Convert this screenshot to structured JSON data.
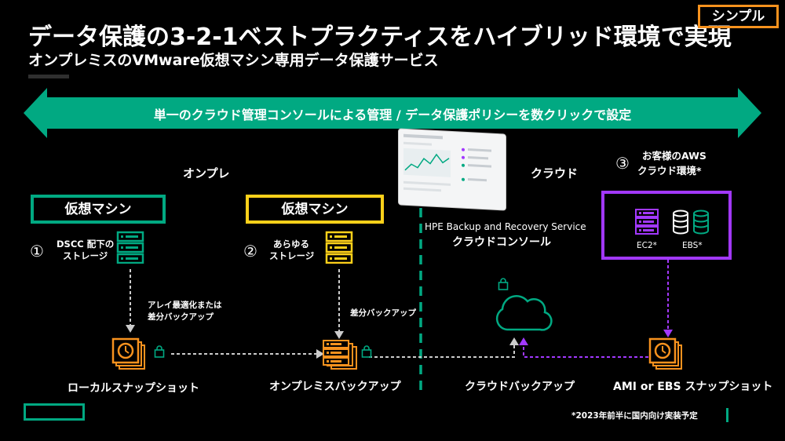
{
  "header": {
    "title": "データ保護の3-2-1ベストプラクティスをハイブリッド環境で実現",
    "subtitle": "オンプレミスのVMware仮想マシン専用データ保護サービス",
    "tag": "シンプル"
  },
  "banner": {
    "text": "単一のクラウド管理コンソールによる管理 / データ保護ポリシーを数クリックで設定"
  },
  "sections": {
    "onprem": "オンプレ",
    "cloud": "クラウド",
    "aws_num": "③",
    "aws_line1": "お客様のAWS",
    "aws_line2": "クラウド環境*"
  },
  "vm_boxes": {
    "green": "仮想マシン",
    "yellow": "仮想マシン"
  },
  "storage": {
    "one_num": "①",
    "one_line1": "DSCC 配下の",
    "one_line2": "ストレージ",
    "two_num": "②",
    "two_line1": "あらゆる",
    "two_line2": "ストレージ"
  },
  "console": {
    "line1": "HPE Backup and Recovery Service",
    "line2": "クラウドコンソール"
  },
  "aws": {
    "ec2": "EC2*",
    "ebs": "EBS*"
  },
  "arrows": {
    "left": "アレイ最適化または",
    "left2": "差分バックアップ",
    "mid": "差分バックアップ"
  },
  "captions": {
    "local": "ローカルスナップショット",
    "onprem_backup": "オンプレミスバックアップ",
    "cloud_backup": "クラウドバックアップ",
    "aws_snap": "AMI or EBS スナップショット"
  },
  "footer": {
    "note": "*2023年前半に国内向け実装予定"
  },
  "colors": {
    "green": "#01a982",
    "yellow": "#ffd11a",
    "orange": "#f7921e",
    "purple": "#a238ff"
  }
}
